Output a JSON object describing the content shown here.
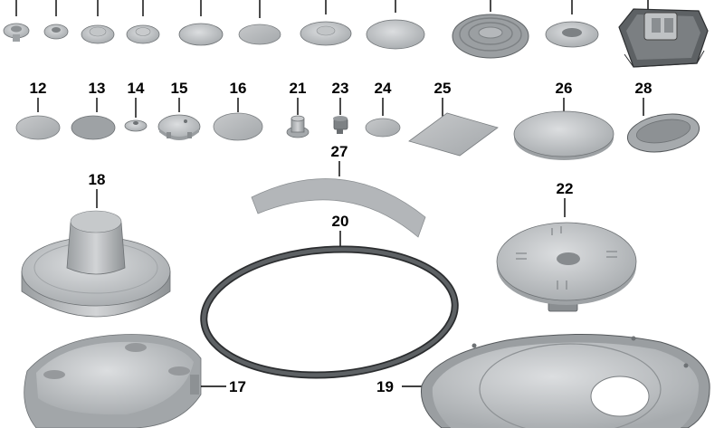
{
  "diagram": {
    "part_numbers": {
      "p12": "12",
      "p13": "13",
      "p14": "14",
      "p15": "15",
      "p16": "16",
      "p21": "21",
      "p23": "23",
      "p24": "24",
      "p25": "25",
      "p26": "26",
      "p28": "28",
      "p27": "27",
      "p18": "18",
      "p20": "20",
      "p22": "22",
      "p17": "17",
      "p19": "19"
    },
    "colors": {
      "part_fill": "#b9bcbf",
      "part_light": "#d4d6d8",
      "part_dark": "#8d9194",
      "outline": "#3a3c3e",
      "gasket": "#4a4c4e",
      "label": "#000000"
    }
  }
}
